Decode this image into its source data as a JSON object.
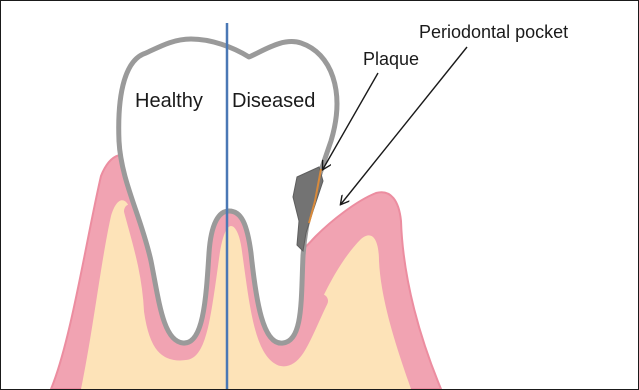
{
  "diagram": {
    "labels": {
      "healthy": "Healthy",
      "diseased": "Diseased",
      "plaque": "Plaque",
      "periodontal_pocket": "Periodontal pocket"
    },
    "colors": {
      "gum": "#f1a3b2",
      "gum_edge": "#ec8da0",
      "bone": "#fde3b8",
      "tooth_outline": "#9a9a9a",
      "tooth_fill": "#ffffff",
      "divider": "#4a78b5",
      "plaque": "#737373",
      "tartar_edge": "#d98a3a",
      "arrow": "#1a1a1a"
    }
  }
}
